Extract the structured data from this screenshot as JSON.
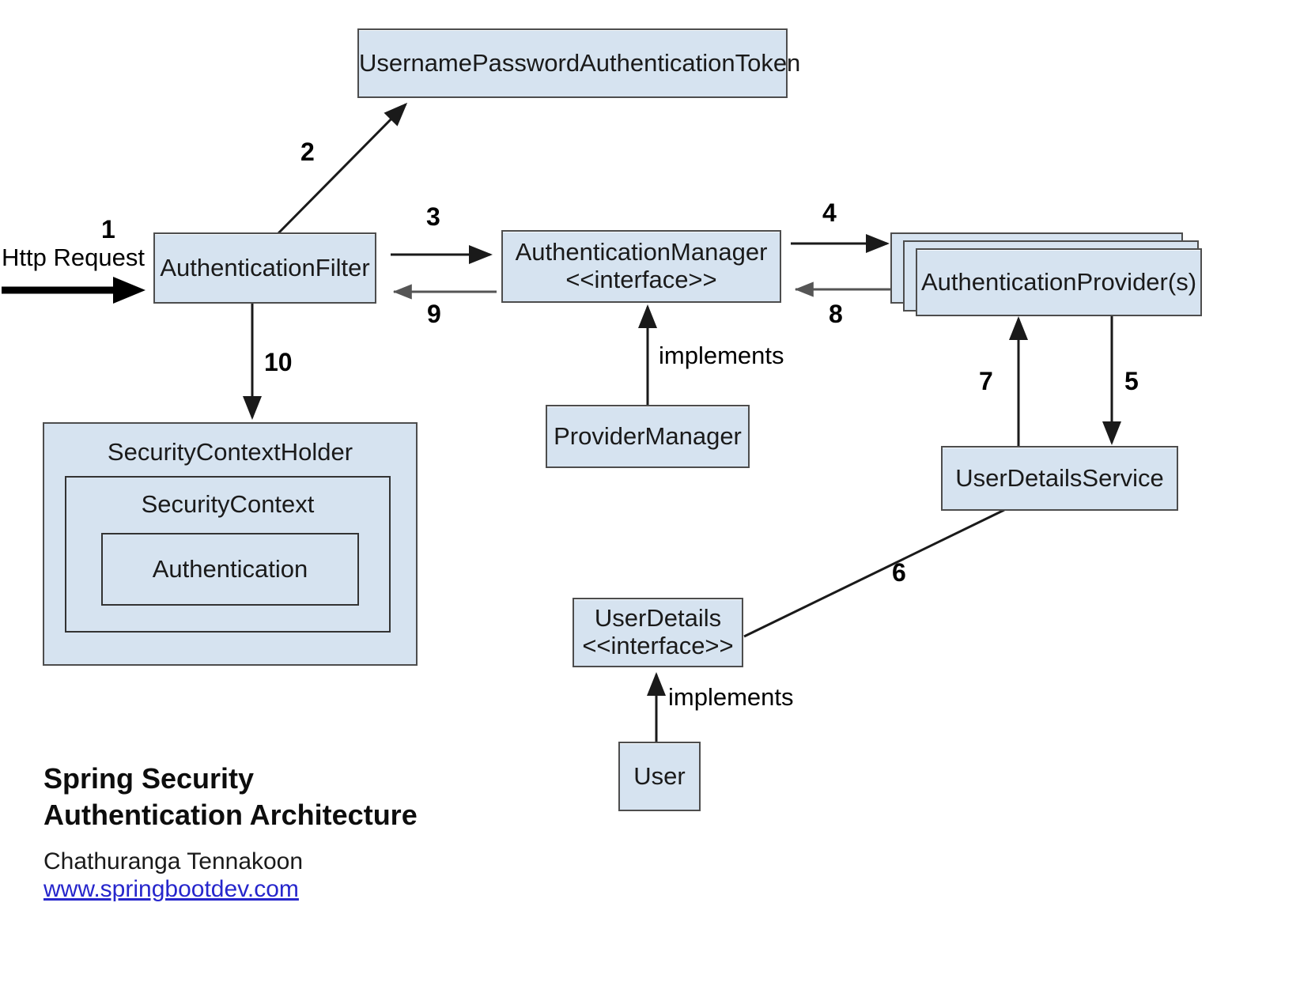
{
  "diagram": {
    "title": "Spring Security Authentication Architecture",
    "colors": {
      "node_fill": "#d6e3f0",
      "node_border": "#4d4d4d",
      "arrow": "#1a1a1a",
      "link": "#2626cc",
      "background": "#ffffff"
    },
    "nodes": {
      "token": {
        "label": "UsernamePasswordAuthenticationToken"
      },
      "auth_filter": {
        "label": "AuthenticationFilter"
      },
      "auth_manager": {
        "line1": "AuthenticationManager",
        "line2": "<<interface>>"
      },
      "auth_provider": {
        "label": "AuthenticationProvider(s)"
      },
      "provider_manager": {
        "label": "ProviderManager"
      },
      "user_details_service": {
        "label": "UserDetailsService"
      },
      "user_details": {
        "line1": "UserDetails",
        "line2": "<<interface>>"
      },
      "user": {
        "label": "User"
      },
      "security_context_holder": {
        "label": "SecurityContextHolder"
      },
      "security_context": {
        "label": "SecurityContext"
      },
      "authentication": {
        "label": "Authentication"
      }
    },
    "edges": {
      "http_request": {
        "label": "Http Request",
        "number": "1"
      },
      "filter_to_token": {
        "number": "2"
      },
      "filter_to_manager": {
        "number": "3"
      },
      "manager_to_provider": {
        "number": "4"
      },
      "provider_to_uds": {
        "number": "5"
      },
      "uds_to_userdetails": {
        "number": "6"
      },
      "uds_to_provider": {
        "number": "7"
      },
      "provider_to_manager": {
        "number": "8"
      },
      "manager_to_filter": {
        "number": "9"
      },
      "filter_to_context": {
        "number": "10"
      },
      "provider_manager_implements": {
        "label": "implements"
      },
      "user_implements": {
        "label": "implements"
      }
    },
    "caption": {
      "title_line1": "Spring Security",
      "title_line2": "Authentication Architecture",
      "author": "Chathuranga Tennakoon",
      "website": "www.springbootdev.com"
    }
  }
}
